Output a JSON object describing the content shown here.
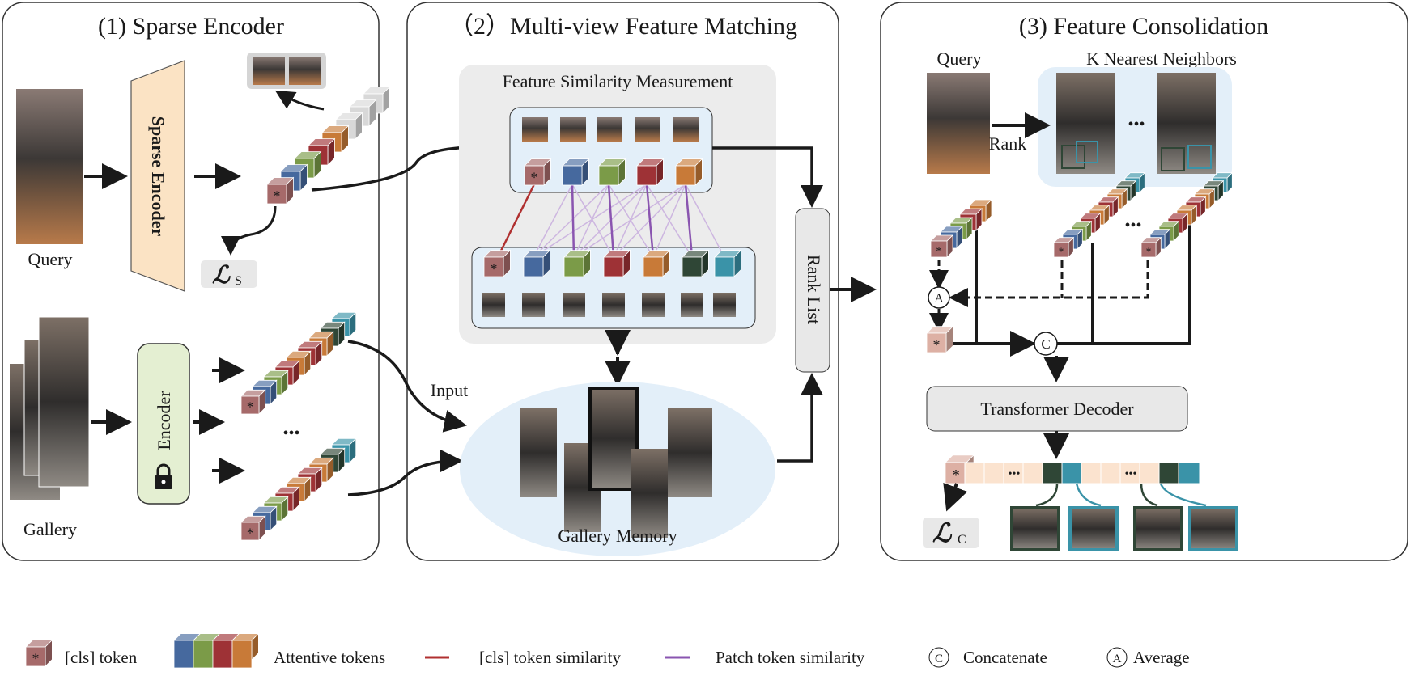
{
  "panels": {
    "p1": {
      "title": "(1) Sparse Encoder",
      "query_label": "Query",
      "gallery_label": "Gallery",
      "sparse_encoder": "Sparse Encoder",
      "encoder": "Encoder",
      "loss_s": "ℒ",
      "loss_s_sub": "S",
      "ellipsis": "•••"
    },
    "p2": {
      "title": "（2）Multi-view Feature Matching",
      "similarity_title": "Feature Similarity Measurement",
      "rank_list": "Rank List",
      "input_label": "Input",
      "gallery_memory": "Gallery Memory"
    },
    "p3": {
      "title": "(3) Feature Consolidation",
      "query_label": "Query",
      "knn_label": "K Nearest Neighbors",
      "rank_label": "Rank",
      "decoder": "Transformer Decoder",
      "loss_c": "ℒ",
      "loss_c_sub": "C",
      "concat_symbol": "C",
      "average_symbol": "A",
      "ellipsis": "•••"
    }
  },
  "legend": {
    "cls_token": "[cls] token",
    "attentive_tokens": "Attentive tokens",
    "cls_similarity": "[cls] token similarity",
    "patch_similarity": "Patch token similarity",
    "concatenate": "Concatenate",
    "concatenate_symbol": "C",
    "average": "Average",
    "average_symbol": "A",
    "cls_mark": "*"
  },
  "colors": {
    "cls": "#a66a6a",
    "blue": "#46699e",
    "green": "#7b9b48",
    "red": "#9e3236",
    "orange": "#c87a38",
    "darkgreen": "#2f4636",
    "teal": "#3a93a8",
    "gray": "#d8d8d8",
    "cls_line": "#b03030",
    "patch_line": "#8a55b0",
    "sparse_encoder_fill": "#fbe3c4",
    "encoder_fill": "#e4efd2",
    "panel_bg": "#ededed",
    "memory_bg": "#e3eff9"
  }
}
